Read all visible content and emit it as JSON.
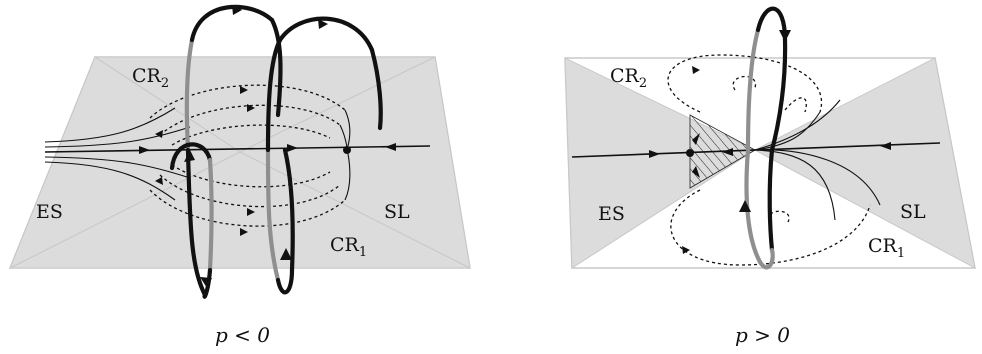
{
  "left_panel": {
    "labels": {
      "cr2": "CR",
      "cr2_sub": "2",
      "cr1": "CR",
      "cr1_sub": "1",
      "es": "ES",
      "sl": "SL"
    },
    "caption": "p < 0"
  },
  "right_panel": {
    "labels": {
      "cr2": "CR",
      "cr2_sub": "2",
      "cr1": "CR",
      "cr1_sub": "1",
      "es": "ES",
      "sl": "SL"
    },
    "caption": "p > 0"
  },
  "colors": {
    "region_fill": "#dcdcdc",
    "plane_edge": "#c8c8c8",
    "ink": "#111111",
    "grey_orbit": "#8f8f8f"
  }
}
